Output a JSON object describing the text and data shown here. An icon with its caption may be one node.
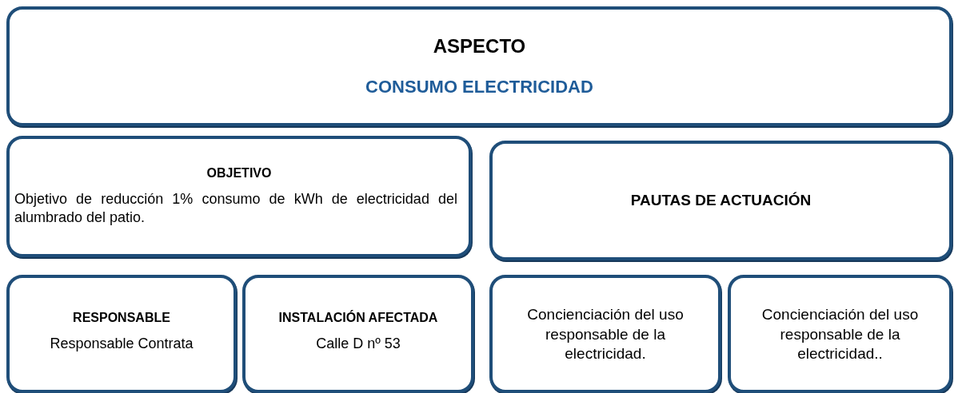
{
  "diagram": {
    "nodes": [
      {
        "text": [
          "ASPECTO",
          "CONSUMO ELECTRICIDAD"
        ]
      },
      {
        "text": [
          "OBJETIVO",
          "Objetivo de reducción  1% consumo de kWh de electricidad del alumbrado del patio."
        ]
      },
      {
        "text": [
          "PAUTAS DE ACTUACIÓN"
        ]
      },
      {
        "text": [
          "RESPONSABLE",
          "Responsable Contrata"
        ]
      },
      {
        "text": [
          "INSTALACIÓN AFECTADA",
          "Calle D nº 53"
        ]
      },
      {
        "text": [
          "Concienciación del uso responsable de la electricidad."
        ]
      },
      {
        "text": [
          "Concienciación del uso responsable de la electricidad.."
        ]
      }
    ]
  }
}
